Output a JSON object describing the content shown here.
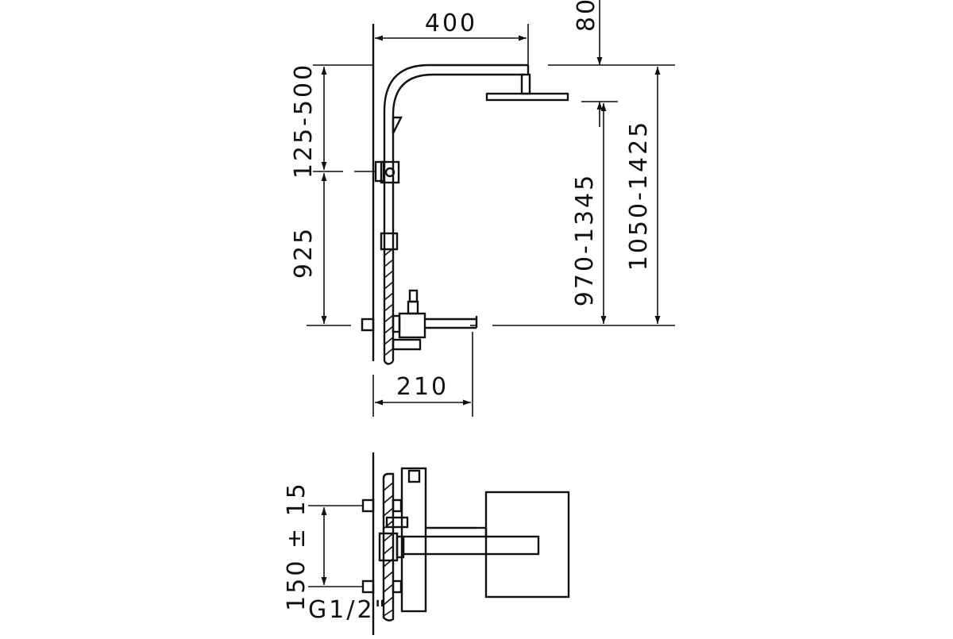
{
  "drawing": {
    "side_view": {
      "dim_arm_length": "400",
      "dim_head_offset": "80",
      "dim_slider_range": "125-500",
      "dim_mixer_height": "925",
      "dim_head_height_from_mixer": "970-1345",
      "dim_total_height": "1050-1425",
      "dim_spout_projection": "210"
    },
    "front_view": {
      "dim_inlet_spacing": "150 ± 15",
      "label_thread": "G1/2\""
    }
  },
  "colors": {
    "line": "#111111",
    "background": "#ffffff"
  }
}
